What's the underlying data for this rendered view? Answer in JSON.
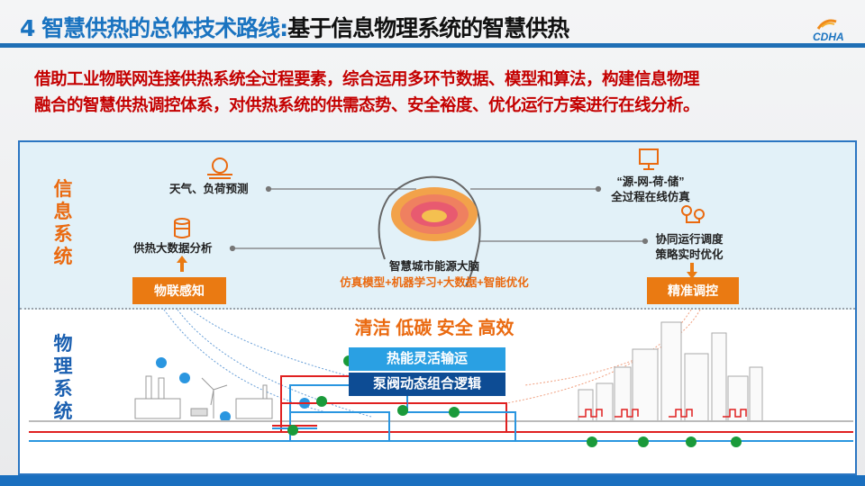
{
  "header": {
    "title_prefix": "4 智慧供热的总体技术路线:",
    "title_main": "基于信息物理系统的智慧供热",
    "logo_text": "CDHA"
  },
  "intro": {
    "line1": "借助工业物联网连接供热系统全过程要素，综合运用多环节数据、模型和算法，构建信息物理",
    "line2": "融合的智慧供热调控体系，对供热系统的供需态势、安全裕度、优化运行方案进行在线分析。"
  },
  "info_system": {
    "label": "信息系统",
    "weather": "天气、负荷预测",
    "bigdata": "供热大数据分析",
    "iot_button": "物联感知",
    "brain_title": "智慧城市能源大脑",
    "brain_methods": "仿真模型+机器学习+大数据+智能优化",
    "simulation_line1": "“源-网-荷-储”",
    "simulation_line2": "全过程在线仿真",
    "dispatch_line1": "协同运行调度",
    "dispatch_line2": "策略实时优化",
    "control_button": "精准调控"
  },
  "physical_system": {
    "label": "物理系统",
    "goals": "清洁 低碳 安全 高效",
    "box1": "热能灵活输运",
    "box2": "泵阀动态组合逻辑"
  },
  "colors": {
    "accent_blue": "#1f6fb5",
    "orange": "#ea7a12",
    "red_text": "#c40000",
    "pipe_red": "#e02020",
    "pipe_blue": "#2a96e0",
    "pump_green": "#1a9a3a"
  }
}
